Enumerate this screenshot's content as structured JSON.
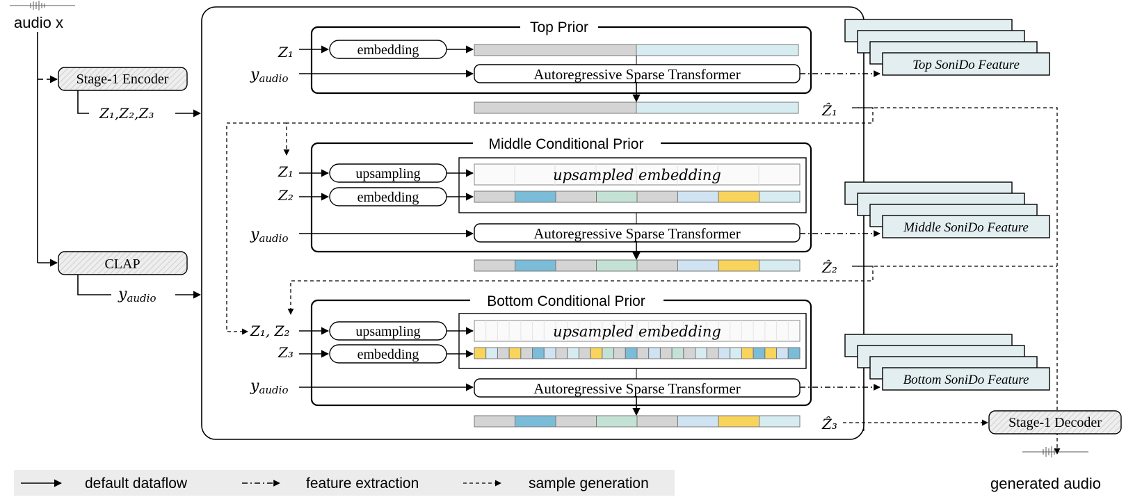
{
  "input": {
    "label": "audio x"
  },
  "encoder": {
    "label": "Stage-1 Encoder",
    "output": "Z₁,Z₂,Z₃"
  },
  "clap": {
    "label": "CLAP",
    "output": "y",
    "output_sub": "audio"
  },
  "priors": {
    "top": {
      "title": "Top Prior",
      "z_in": "Z₁",
      "y_in": "y",
      "y_sub": "audio",
      "embed_label": "embedding",
      "transformer_label": "Autoregressive Sparse Transformer",
      "output": "Ẑ₁"
    },
    "middle": {
      "title": "Middle Conditional Prior",
      "z_up_in": "Z₁",
      "z_in": "Z₂",
      "y_in": "y",
      "y_sub": "audio",
      "up_label": "upsampling",
      "embed_label": "embedding",
      "upsampled_label": "upsampled embedding",
      "transformer_label": "Autoregressive Sparse Transformer",
      "output": "Ẑ₂"
    },
    "bottom": {
      "title": "Bottom Conditional Prior",
      "z_up_in": "Z₁, Z₂",
      "z_in": "Z₃",
      "y_in": "y",
      "y_sub": "audio",
      "up_label": "upsampling",
      "embed_label": "embedding",
      "upsampled_label": "upsampled embedding",
      "transformer_label": "Autoregressive Sparse Transformer",
      "output": "Ẑ₃"
    }
  },
  "features": {
    "top": "Top SoniDo Feature",
    "middle": "Middle SoniDo Feature",
    "bottom": "Bottom SoniDo Feature"
  },
  "decoder": {
    "label": "Stage-1 Decoder",
    "output": "generated audio"
  },
  "legend": {
    "default": "default dataflow",
    "feature": "feature extraction",
    "sample": "sample generation"
  },
  "colors": {
    "gray": "#d4d4d4",
    "blue": "#7bbcd8",
    "green": "#c3e2d5",
    "lightblue": "#cfe3f2",
    "yellow": "#f8d45c",
    "pale": "#d7ecf1",
    "box_fill": "#e9e9e9",
    "feature_fill": "#e3eef1"
  }
}
